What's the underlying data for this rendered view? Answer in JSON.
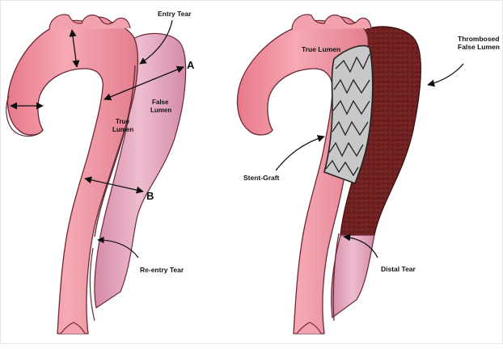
{
  "left_panel": {
    "entry_tear": "Entry Tear",
    "marker_a": "A",
    "false_lumen_1": "False",
    "false_lumen_2": "Lumen",
    "true_lumen_1": "True",
    "true_lumen_2": "Lumen",
    "marker_b": "B",
    "reentry_tear": "Re-entry Tear"
  },
  "right_panel": {
    "true_lumen": "True Lumen",
    "thrombosed_1": "Thrombosed",
    "thrombosed_2": "False Lumen",
    "stent_graft": "Stent-Graft",
    "distal_tear": "Distal Tear"
  },
  "colors": {
    "aorta_fill": "#ef8e9b",
    "aorta_outline": "#6a2a35",
    "false_lumen_fill": "#e2a3bb",
    "thrombus_fill": "#6a1e1e",
    "stent_fill": "#c9c9c9"
  }
}
